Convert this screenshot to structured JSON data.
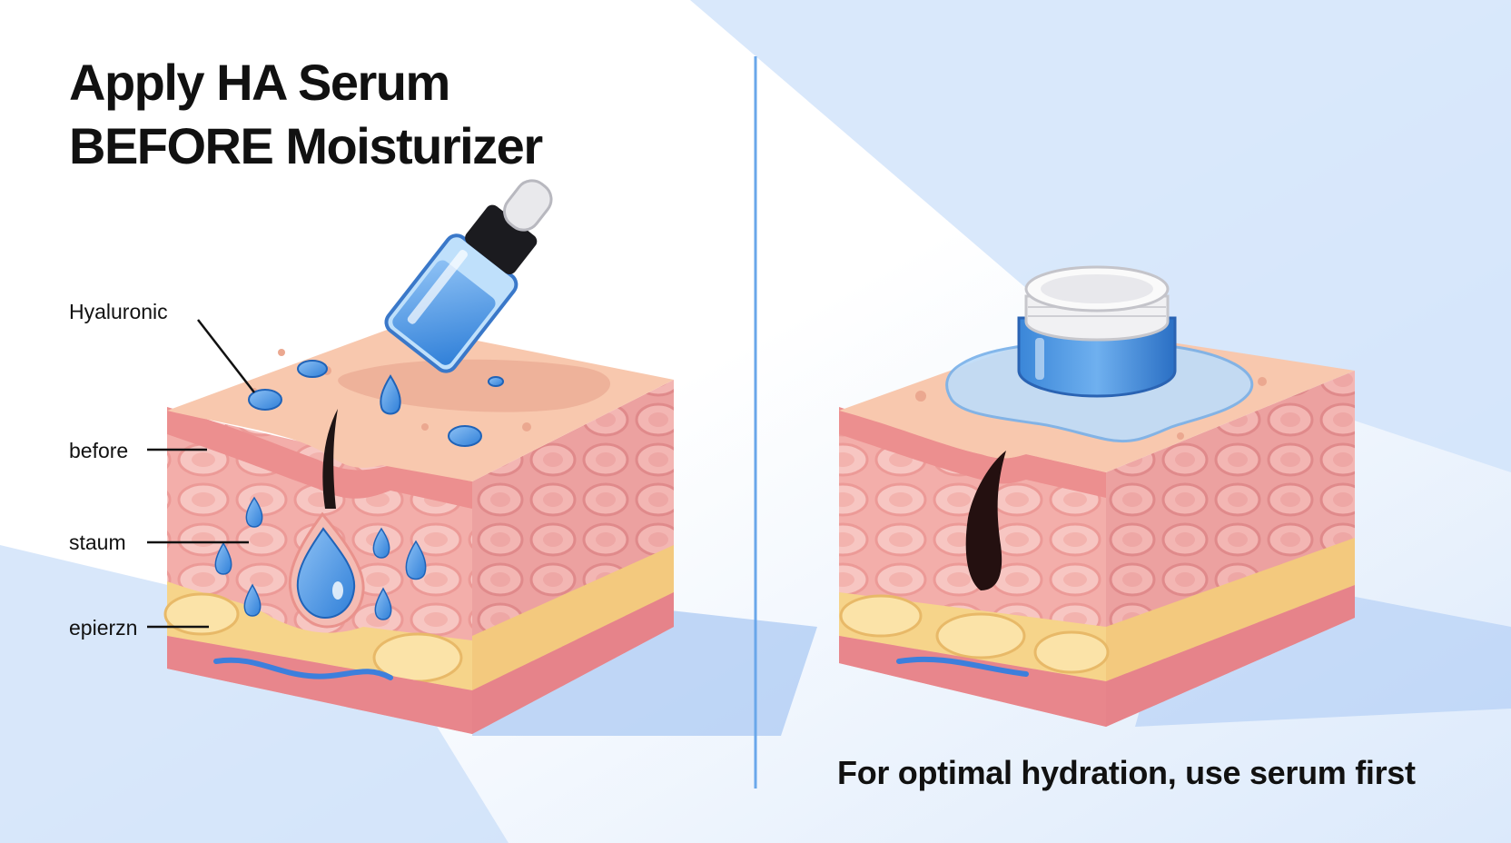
{
  "title": {
    "line1": "Apply HA Serum",
    "line2": "BEFORE Moisturizer"
  },
  "labels": {
    "hyaluronic": "Hyaluronic",
    "before": "before",
    "staum": "staum",
    "epierzn": "epierzn"
  },
  "caption": "For optimal hydration, use serum first",
  "icons": {
    "left": "serum-dropper-bottle-icon",
    "right": "moisturizer-jar-icon"
  },
  "colors": {
    "skin_top": "#f8c8ae",
    "skin_layer": "#f2a9a4",
    "fat_layer": "#f7d98f",
    "serum_blue": "#3d8de0",
    "divider": "#6aa7ea"
  }
}
